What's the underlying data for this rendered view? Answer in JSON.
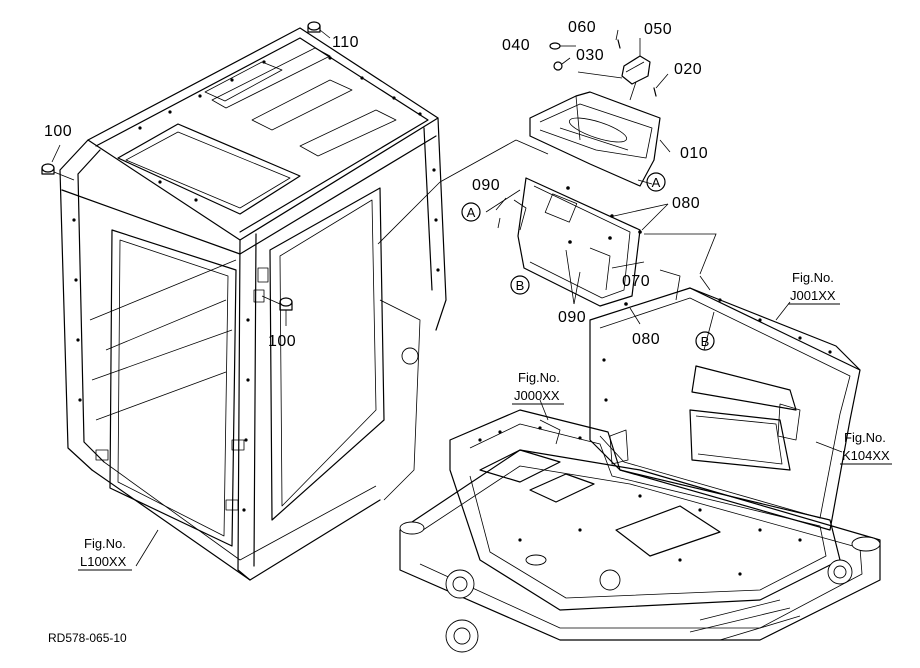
{
  "callouts": {
    "p110": "110",
    "p100_left": "100",
    "p100_mid": "100",
    "p060": "060",
    "p050": "050",
    "p040": "040",
    "p030": "030",
    "p020": "020",
    "p010": "010",
    "p090_top": "090",
    "p090_bottom": "090",
    "p080_top": "080",
    "p080_bottom": "080",
    "p070": "070"
  },
  "markers": {
    "a_right": "A",
    "a_left": "A",
    "b_left": "B",
    "b_right": "B"
  },
  "fig_refs": {
    "l100": {
      "label": "Fig.No.",
      "code": "L100XX"
    },
    "j000": {
      "label": "Fig.No.",
      "code": "J000XX"
    },
    "j001": {
      "label": "Fig.No.",
      "code": "J001XX"
    },
    "k104": {
      "label": "Fig.No.",
      "code": "K104XX"
    }
  },
  "drawing_code": "RD578-065-10"
}
